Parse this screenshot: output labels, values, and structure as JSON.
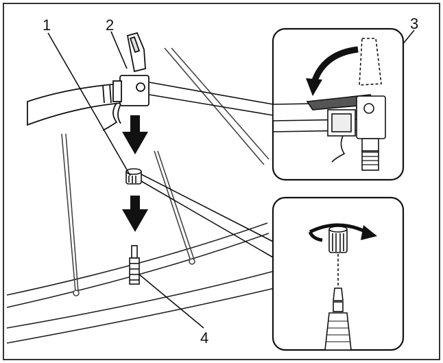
{
  "figure": {
    "callouts": [
      {
        "id": "1",
        "label": "1"
      },
      {
        "id": "2",
        "label": "2"
      },
      {
        "id": "3",
        "label": "3"
      },
      {
        "id": "4",
        "label": "4"
      }
    ],
    "icons": [
      "pump-head-icon",
      "valve-cap-icon",
      "presta-valve-icon",
      "down-arrow-icon",
      "lever-rotate-arrow-icon",
      "cap-rotate-arrow-icon"
    ],
    "colors": {
      "stroke": "#111111",
      "lever": "#555555",
      "arrow": "#111111",
      "frame": "#333333",
      "background": "#ffffff"
    }
  }
}
